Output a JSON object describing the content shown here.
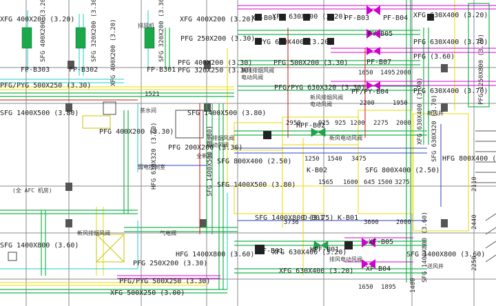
{
  "drawing": {
    "duct_labels": {
      "xfg_400x200": "XFG 400X200 (3.20)",
      "xfg_630x400_top": "XFG 630X400 (3.20)",
      "xfg_630x400_right": "XFG 630X400 (3.70)",
      "sfg_400x200_left": "SFG 400X200 (3.20)",
      "sfg_320x200": "SFG 320X200 (3.30)",
      "pfg_250x200": "PFG 250X200 (3.30)",
      "pfg_400x200": "PFG 400X200 (3.30)",
      "pfg_320x250": "PFG 320X250 (3.30)",
      "pyg_630x400": "PYG 630X400 (3.20)",
      "pfg_630x400": "PFG 630X400 (3.70)",
      "pfg_3_60": "PFG (3.60)",
      "pfg_500x200": "PFG 500X200 (3.30)",
      "pfg_pyg_500x250": "PFG/PYG 500X250 (3.30)",
      "pfg_pyg_630x320": "PFG/PYG 630X320 (3.30)",
      "pfg_1250x800": "PFG 1250X800 (3.70)",
      "sfg_1400x500_left": "SFG 1400X500 (3.80)",
      "sfg_1400x500_mid": "SFG 1400X500 (3.80)",
      "pfg_400x200_mid": "PFG 400X200 (3.30)",
      "pfg_200x200": "PFG 200X200 (3.30)",
      "sfg_800x400": "SFG 800X400 (2.50)",
      "sfg_1400x500_low": "SFG 1400X500 (3.80)",
      "sfg_800x400_right": "SFG 800X400 (2.50)",
      "hfg_800x400": "HFG 800X400 (2.50)",
      "hfg_630x320": "HFG 630X320 (3.60)",
      "xfg_400x200_v": "XFG 400X200 (3.20)",
      "sfg_1400x800_mid": "SFG 1400X800 (3.75)",
      "sfg_1400x800_left": "SFG 1400X800 (3.60)",
      "hfg_1400x800": "HFG 1400X800 (3.60)",
      "sfg_1400x800_right": "SFG 1400X800 (3.60)",
      "xfg_630x400_low": "XFG 630X400 (3.20)",
      "xfg_630x400_bottom": "XFG 630X400 (3.20)",
      "pfg_250x200_low": "PFG 250X200 (3.30)",
      "pfg_pyg_500x250_low": "PFG/PYG 500X250 (3.30)",
      "xfg_500x250": "XFG 500X250 (3.00)",
      "sfg_630x320_v": "SFG 630X320 (3.70)"
    },
    "equipment": {
      "fp_b303": "FP-B303",
      "fp_b302": "FP-B302",
      "fp_b301": "FP-B301",
      "xf_b01": "XF-B01",
      "pf_b03": "PF-B03",
      "pf_b04": "PF-B04",
      "py_b05": "PY-B05",
      "pf_b07": "PF-B07",
      "pf_py_b04": "PF/PY-B04",
      "hpf_b02": "HPF-B02",
      "k_b02": "K-B02",
      "k_b01": "K-B01",
      "xf_b05": "XF-B05",
      "xf_b04": "XF-B04",
      "sf_b01": "SF-B01",
      "hpf_b01": "HPF-B01",
      "d_b01": "D-B01"
    },
    "dimensions": {
      "d2950": "2950",
      "d925a": "925",
      "d925b": "925",
      "d1200": "1200",
      "d2275": "2275",
      "d2000a": "2000",
      "d1650a": "1650",
      "d1495": "1495",
      "d2000b": "2000",
      "d2200": "2200",
      "d1950": "1950",
      "d1250": "1250",
      "d1540": "1540",
      "d3475": "3475",
      "d1565": "1565",
      "d1600": "1600",
      "d645": "645",
      "d1500": "1500",
      "d3275": "3275",
      "d3736": "3736",
      "d3600": "3600",
      "d2000c": "2000",
      "d1650b": "1650",
      "d1895": "1895",
      "d2110": "2110",
      "d2440": "2440",
      "d2250": "2250",
      "d1400": "1400",
      "d1521": "1521"
    },
    "room_notes": {
      "afc": "(全 AFC 机房)",
      "stair_room": "茶水间",
      "smoke_valve_a": "新风排烟风阀",
      "smoke_valve_b": "电动风阀",
      "smoke_valve_c": "新风排烟风阀",
      "smoke_valve_d": "电动风阀",
      "fire_valve": "新排烟风阀",
      "fire_valve2": "电动风阀",
      "supply_fan": "全新风",
      "motor_valve": "新风电动风阀",
      "motor_valve2": "排风电动风阀",
      "control_room": "弱电控制室",
      "air_valve": "气电阀",
      "shaft_room": "新风井",
      "shaft_room2": "送风井",
      "pump": "新风排烟风阀",
      "fan_small": "排风机"
    }
  }
}
